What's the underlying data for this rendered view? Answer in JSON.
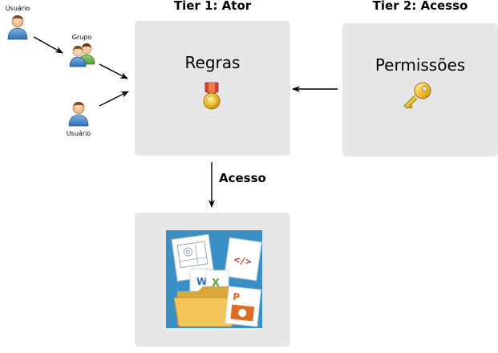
{
  "tiers": {
    "tier1_title": "Tier 1: Ator",
    "tier2_title": "Tier 2: Acesso"
  },
  "actors": {
    "user_top_label": "Usuário",
    "group_label": "Grupo",
    "user_bottom_label": "Usuário"
  },
  "boxes": {
    "roles_label": "Regras",
    "roles_icon": "medal-icon",
    "permissions_label": "Permissões",
    "permissions_icon": "key-icon",
    "resources_icon": "documents-folder-icon"
  },
  "edges": {
    "access_label": "Acesso"
  },
  "colors": {
    "box_fill": "#e6e6e6",
    "arrow": "#000000",
    "resource_bg": "#3a8fc4",
    "folder": "#f2c45a",
    "excel_green": "#5fa83a",
    "word_blue": "#2b6cb8",
    "powerpoint_orange": "#e06c22",
    "code_red": "#c0392b"
  }
}
